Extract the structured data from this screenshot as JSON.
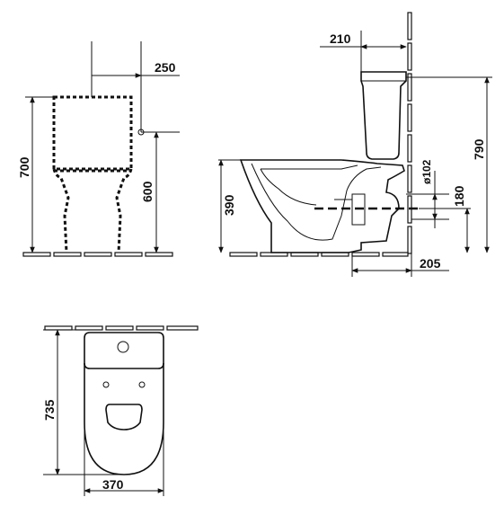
{
  "front_view": {
    "dim_width_offset": "250",
    "dim_total_height": "700",
    "dim_inlet_height": "600"
  },
  "side_view": {
    "dim_wall_offset": "210",
    "dim_total_height": "790",
    "dim_bowl_height": "390",
    "dim_outlet_diameter": "ø102",
    "dim_outlet_height": "180",
    "dim_outlet_wall": "205"
  },
  "top_view": {
    "dim_depth": "735",
    "dim_width": "370"
  }
}
